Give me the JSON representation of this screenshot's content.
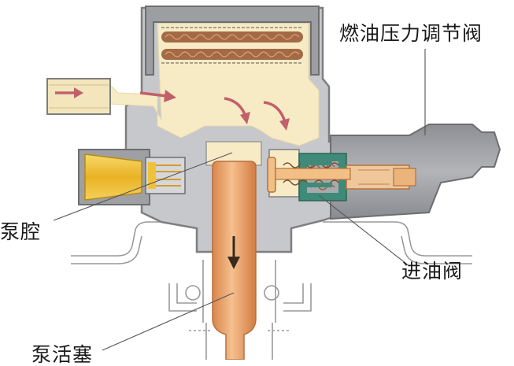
{
  "labels": {
    "fuel_pressure_regulator": "燃油压力调节阀",
    "pump_chamber": "泵腔",
    "inlet_valve": "进油阀",
    "pump_piston": "泵活塞"
  },
  "colors": {
    "housing_outline": "#7e7e80",
    "housing_gray": "#b9babd",
    "fuel": "#f7ebc6",
    "fuel_arrow": "#c2606a",
    "fitting_yellow": "#f0c23a",
    "piston": "#e8a067",
    "valve_green": "#3f8a78",
    "valve_pin": "#f2c086",
    "spring_brown": "#a0603a",
    "regulator_gray": "#9a9ba0",
    "leader_line": "#555555"
  }
}
